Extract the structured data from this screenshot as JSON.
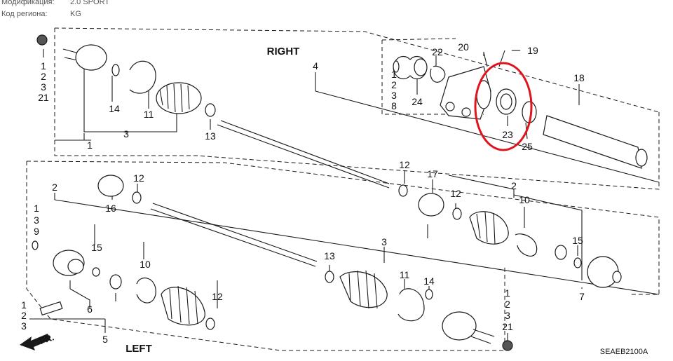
{
  "meta": {
    "modification_key": "Модификация:",
    "modification_value": "2.0 SPORT",
    "region_key": "Код региона:",
    "region_value": "KG"
  },
  "diagram": {
    "label_right": "RIGHT",
    "label_left": "LEFT",
    "front_arrow": "FR.",
    "code": "SEAEB2100A",
    "highlight_color": "#e0141e",
    "callouts": {
      "top_left_stack": [
        "1",
        "2",
        "3",
        "21"
      ],
      "c14": "14",
      "c11": "11",
      "c13": "13",
      "c3": "3",
      "c1": "1",
      "c4": "4",
      "c20": "20",
      "c19": "19",
      "c22": "22",
      "c18": "18",
      "right_stack": [
        "1",
        "2",
        "3",
        "8"
      ],
      "c24": "24",
      "c23": "23",
      "c25": "25",
      "c12a": "12",
      "c17": "17",
      "c16": "16",
      "c12b": "12",
      "c12c": "12",
      "c10a": "10",
      "c2a": "2",
      "left_stack": [
        "1",
        "3",
        "9"
      ],
      "c2b": "2",
      "c15a": "15",
      "c10b": "10",
      "c12d": "12",
      "c6": "6",
      "c5": "5",
      "bottom_left_stack": [
        "1",
        "2",
        "3"
      ],
      "c13b": "13",
      "c3b": "3",
      "c11b": "11",
      "c14b": "14",
      "c15b": "15",
      "c7": "7",
      "bottom_right_stack": [
        "1",
        "2",
        "3",
        "21"
      ]
    }
  }
}
